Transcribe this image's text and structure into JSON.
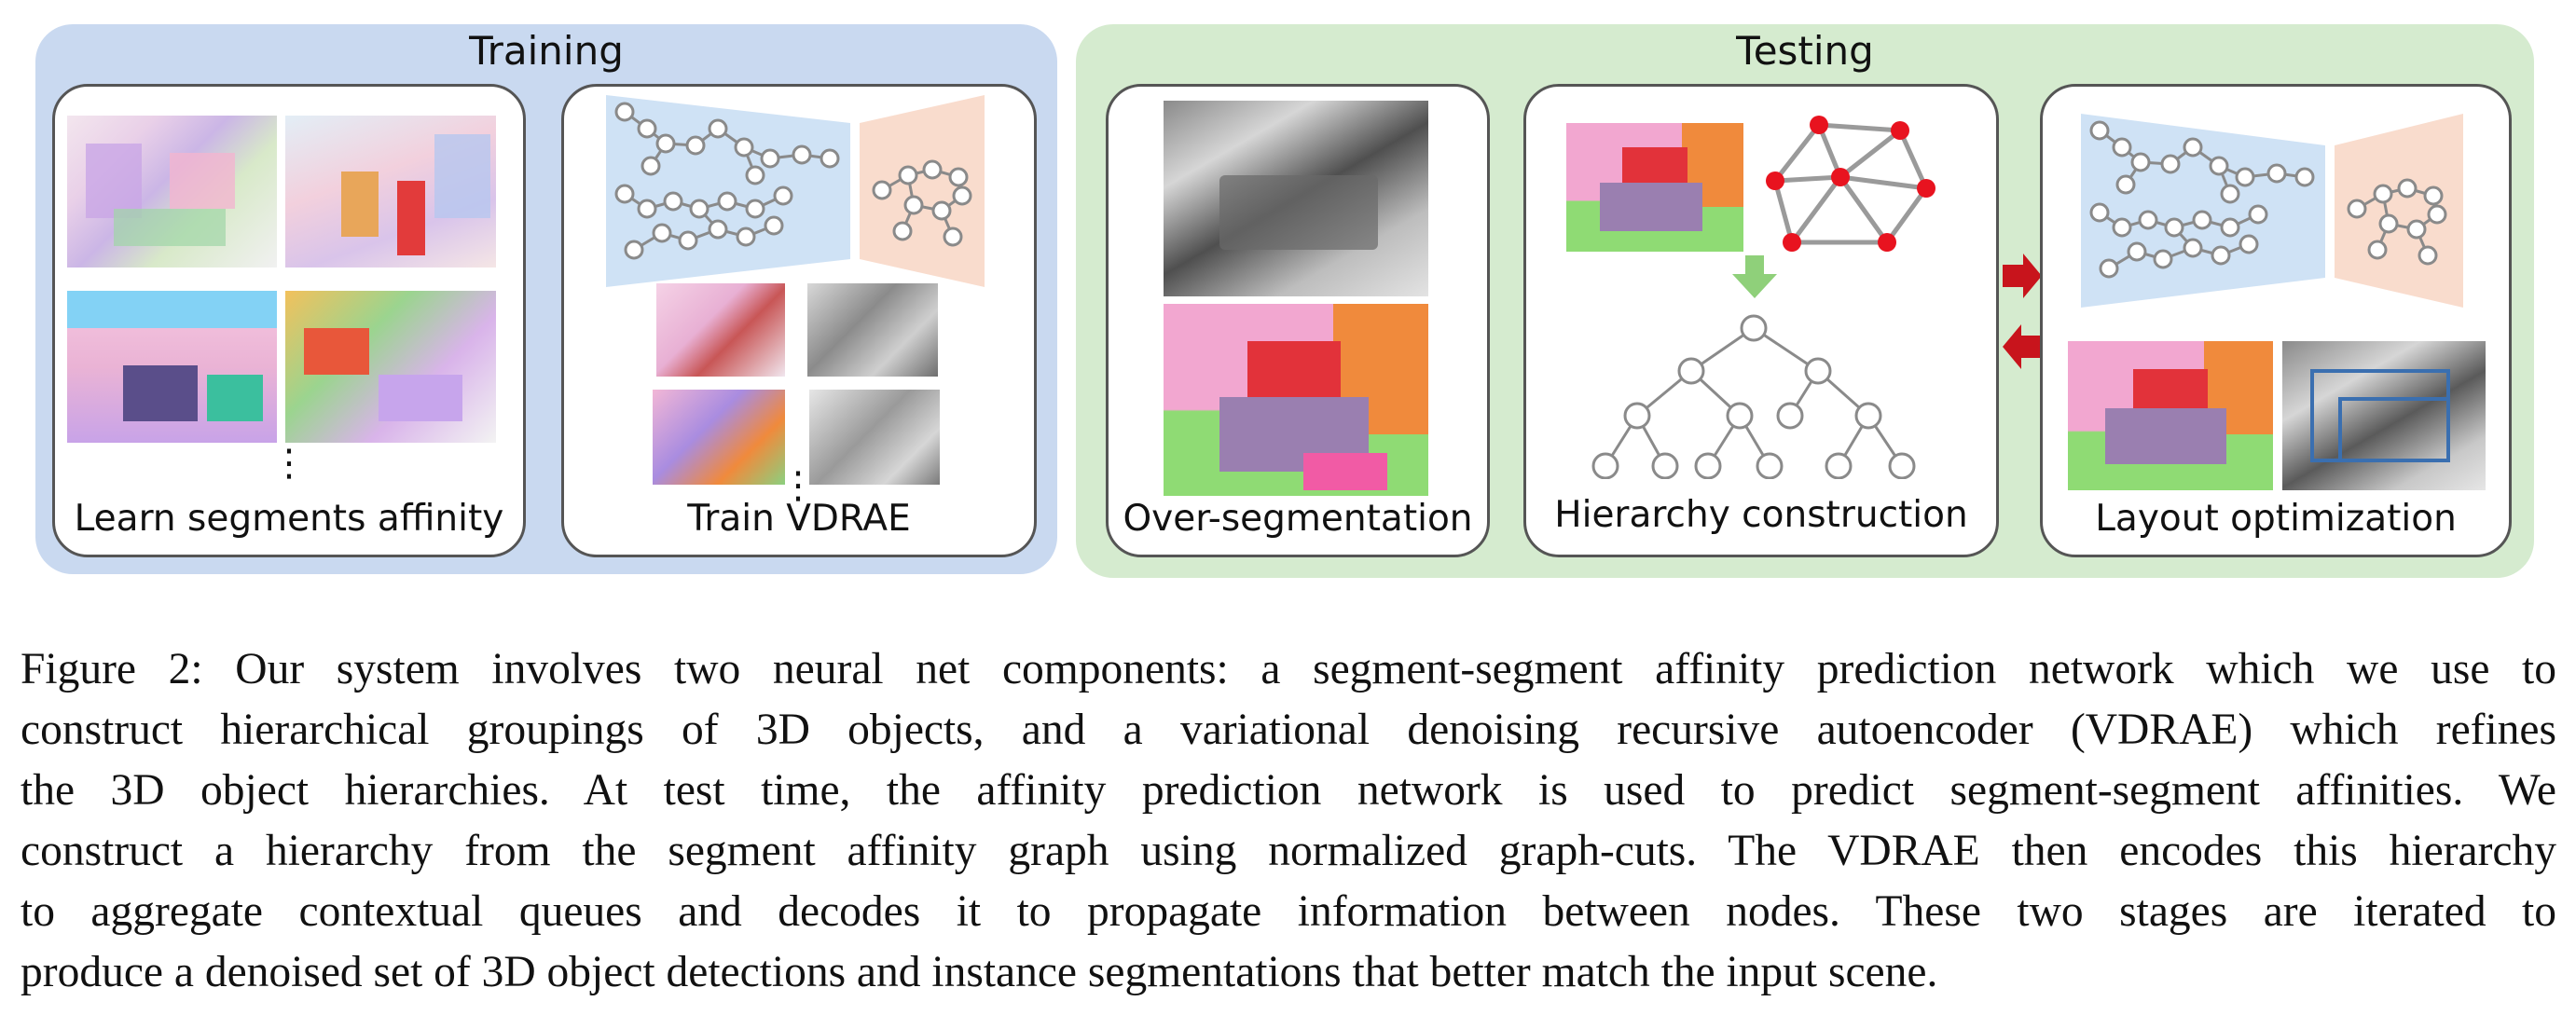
{
  "figure": {
    "training": {
      "title": "Training",
      "learn_label": "Learn segments affinity",
      "train_label": "Train VDRAE",
      "ellipsis": "⋮"
    },
    "testing": {
      "title": "Testing",
      "overseg_label": "Over-segmentation",
      "hierarchy_label": "Hierarchy construction",
      "layout_label": "Layout optimization"
    },
    "colors": {
      "training_bg": "#c9d9f0",
      "testing_bg": "#d5ebcf",
      "encoder": "#cfe2f5",
      "decoder": "#f9dccd",
      "node_red": "#e8131f",
      "arrow_green": "#8fd07a",
      "arrow_red": "#c8141c"
    }
  },
  "caption": {
    "lines": [
      "Figure 2: Our system involves two neural net components: a segment-segment affinity prediction network which we use to",
      "construct hierarchical groupings of 3D objects, and a variational denoising recursive autoencoder (VDRAE) which refines",
      "the 3D object hierarchies.  At test time, the affinity prediction network is used to predict segment-segment affinities.  We",
      "construct a hierarchy from the segment affinity graph using normalized graph-cuts. The VDRAE then encodes this hierarchy",
      "to aggregate contextual queues and decodes it to propagate information between nodes.  These two stages are iterated to",
      "produce a denoised set of 3D object detections and instance segmentations that better match the input scene."
    ]
  }
}
